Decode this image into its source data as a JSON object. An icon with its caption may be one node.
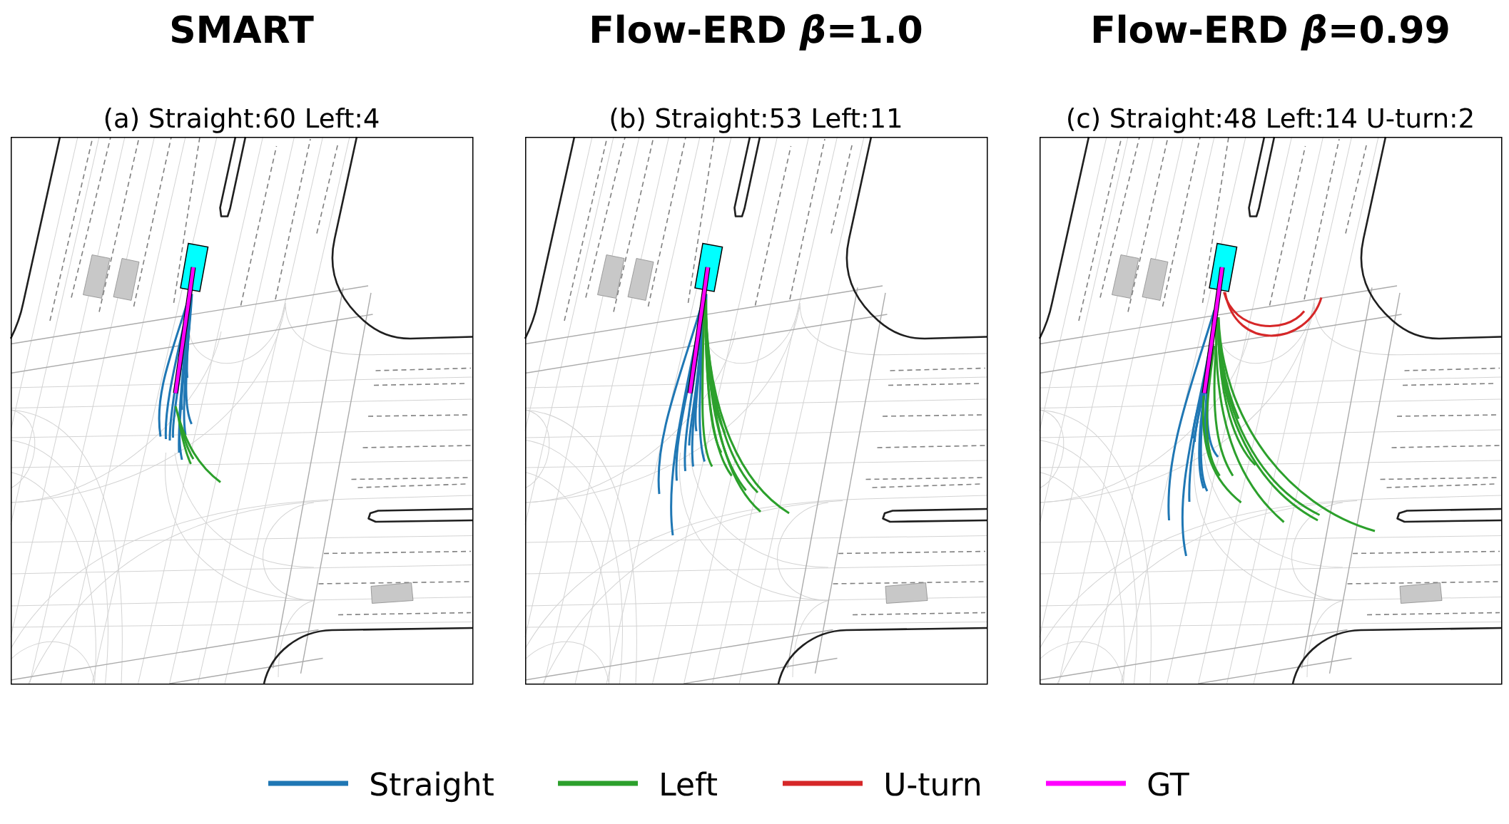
{
  "diagram": {
    "nodes": [
      {
        "text": [
          "SMART",
          "(a) Straight:60  Left:4"
        ]
      },
      {
        "text": [
          "Flow-ERD *β*=1.0",
          "(b) Straight:53  Left:11"
        ]
      },
      {
        "text": [
          "Flow-ERD *β*=0.99",
          "(c) Straight:48  Left:14  U-turn:2"
        ]
      }
    ],
    "legend": [
      {
        "text": "Straight",
        "color": "#1f77b4"
      },
      {
        "text": "Left",
        "color": "#2ca02c"
      },
      {
        "text": "U-turn",
        "color": "#d62728"
      },
      {
        "text": "GT",
        "color": "#ff00ff"
      }
    ]
  }
}
